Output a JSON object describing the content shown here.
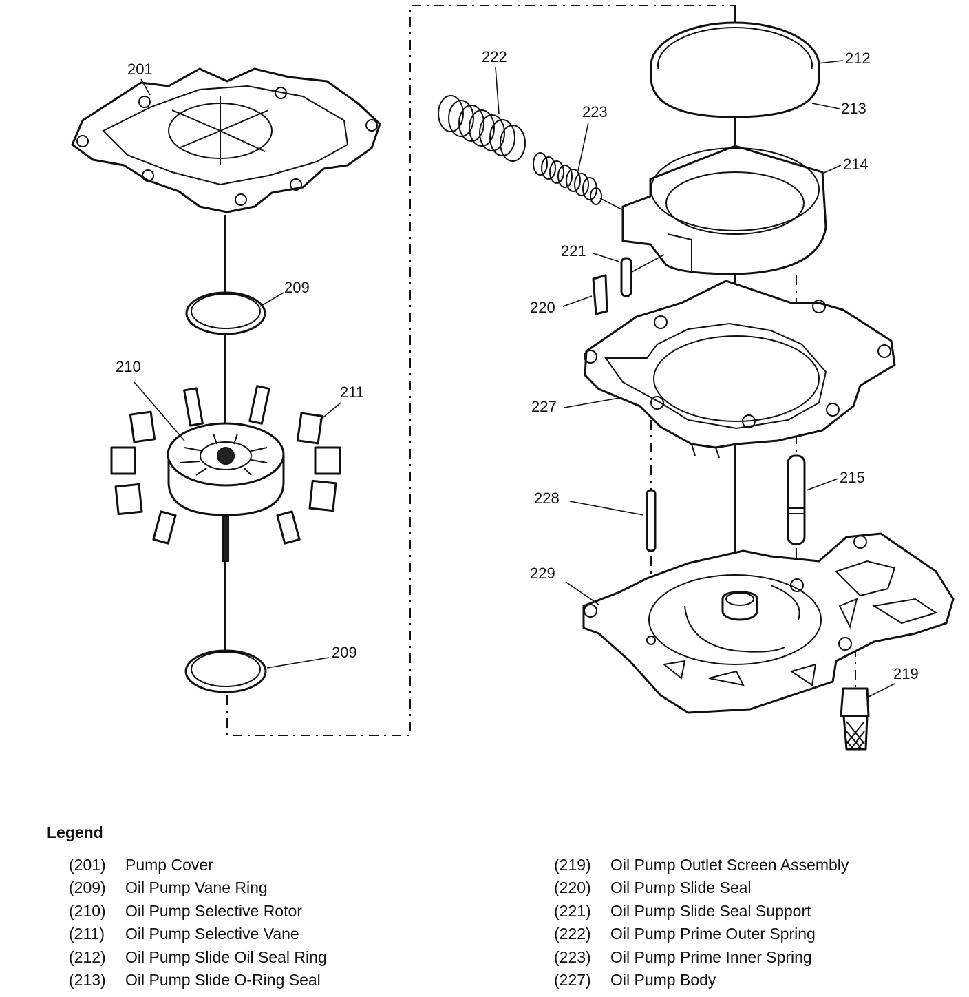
{
  "callouts": {
    "c201": "201",
    "c209a": "209",
    "c209b": "209",
    "c210": "210",
    "c211": "211",
    "c212": "212",
    "c213": "213",
    "c214": "214",
    "c215": "215",
    "c219": "219",
    "c220": "220",
    "c221": "221",
    "c222": "222",
    "c223": "223",
    "c227": "227",
    "c228": "228",
    "c229": "229"
  },
  "legend": {
    "title": "Legend",
    "left": [
      {
        "num": "(201)",
        "label": "Pump Cover"
      },
      {
        "num": "(209)",
        "label": "Oil Pump Vane Ring"
      },
      {
        "num": "(210)",
        "label": "Oil Pump Selective Rotor"
      },
      {
        "num": "(211)",
        "label": "Oil Pump Selective Vane"
      },
      {
        "num": "(212)",
        "label": "Oil Pump Slide Oil Seal Ring"
      },
      {
        "num": "(213)",
        "label": "Oil Pump Slide O-Ring Seal"
      }
    ],
    "right": [
      {
        "num": "(219)",
        "label": "Oil Pump Outlet Screen Assembly"
      },
      {
        "num": "(220)",
        "label": "Oil Pump Slide Seal"
      },
      {
        "num": "(221)",
        "label": "Oil Pump Slide Seal Support"
      },
      {
        "num": "(222)",
        "label": "Oil Pump Prime Outer Spring"
      },
      {
        "num": "(223)",
        "label": "Oil Pump Prime Inner Spring"
      },
      {
        "num": "(227)",
        "label": "Oil Pump Body"
      }
    ]
  }
}
